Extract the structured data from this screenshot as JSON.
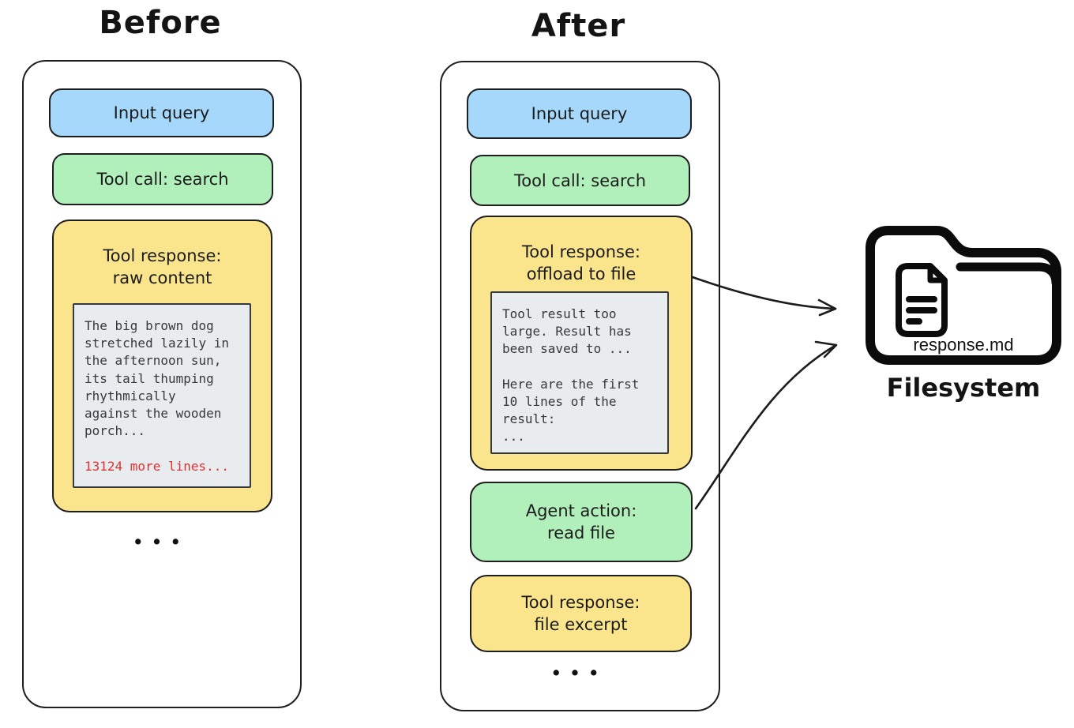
{
  "diagram": {
    "before": {
      "title": "Before",
      "input_query": "Input query",
      "tool_call": "Tool call: search",
      "tool_response": {
        "line1": "Tool response:",
        "line2": "raw content"
      },
      "code_lines": [
        "The big brown dog",
        "stretched lazily in",
        "the afternoon sun,",
        "its tail thumping",
        "rhythmically",
        "against the wooden",
        "porch...",
        ""
      ],
      "more_lines": "13124 more lines...",
      "ellipsis": "•••"
    },
    "after": {
      "title": "After",
      "input_query": "Input query",
      "tool_call": "Tool call: search",
      "tool_response_offload": {
        "line1": "Tool response:",
        "line2": "offload to file"
      },
      "code_lines": [
        "Tool result too",
        "large. Result has",
        "been saved to ...",
        "",
        "Here are the first",
        "10 lines of the",
        "result:",
        "..."
      ],
      "agent_action": {
        "line1": "Agent action:",
        "line2": "read file"
      },
      "tool_response_excerpt": {
        "line1": "Tool response:",
        "line2": "file excerpt"
      },
      "ellipsis": "•••"
    },
    "filesystem": {
      "file_name": "response.md",
      "label": "Filesystem"
    },
    "colors": {
      "input_box": "#a5d8fa",
      "action_box": "#b2f0bb",
      "response_box": "#fae58c",
      "code_background": "#e9ecef",
      "warning_text": "#e03131",
      "stroke": "#1e1e1e"
    }
  }
}
